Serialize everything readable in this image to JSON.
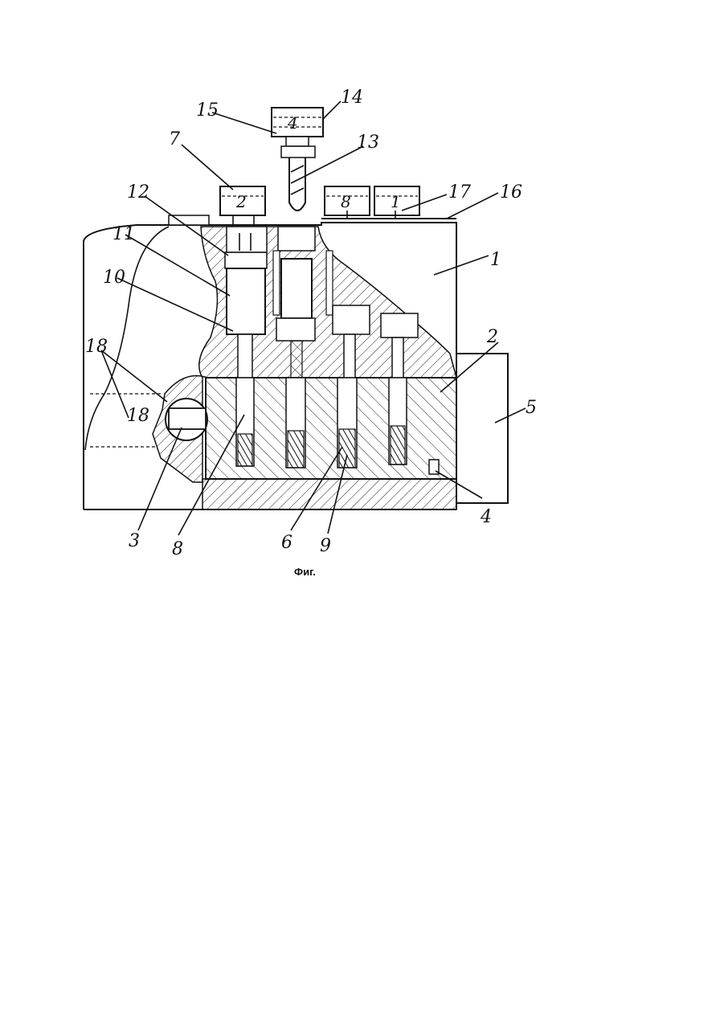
{
  "figure": {
    "caption": "Фиг.",
    "labels": {
      "l1": "1",
      "l2": "2",
      "l3": "3",
      "l4": "4",
      "l5": "5",
      "l6": "6",
      "l7": "7",
      "l8": "8",
      "l9": "9",
      "l10": "10",
      "l11": "11",
      "l12": "12",
      "l13": "13",
      "l14": "14",
      "l15": "15",
      "l16": "16",
      "l17": "17",
      "l18": "18"
    },
    "blocks": {
      "b2": "2",
      "b4": "4",
      "b8": "8",
      "b1": "1"
    }
  }
}
